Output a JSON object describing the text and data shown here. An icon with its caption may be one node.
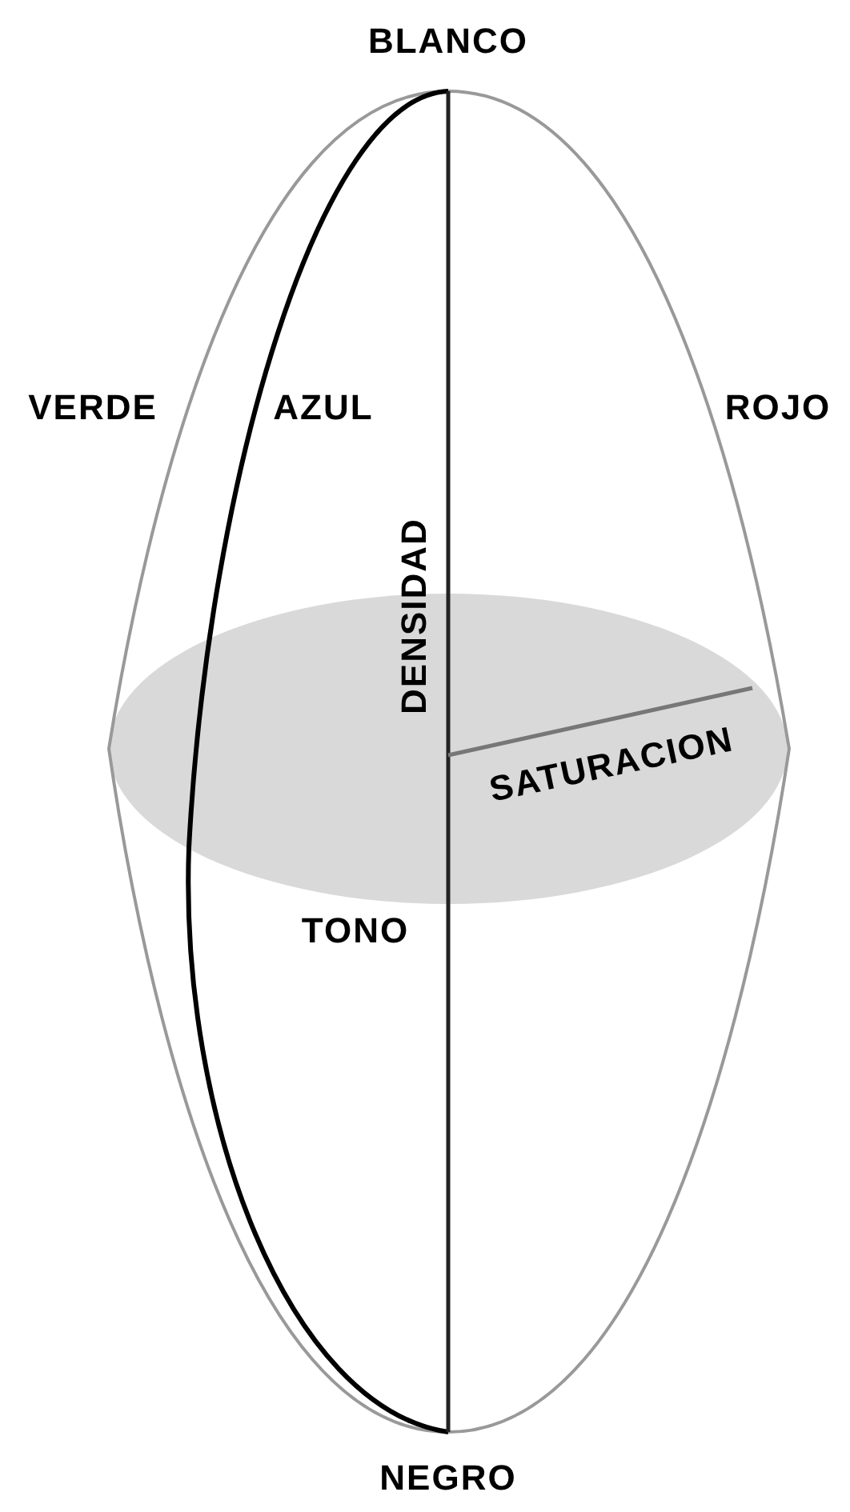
{
  "diagram": {
    "labels": [
      "BLANCO",
      "VERDE",
      "AZUL",
      "ROJO",
      "DENSIDAD",
      "SATURACION",
      "TONO",
      "NEGRO"
    ]
  }
}
